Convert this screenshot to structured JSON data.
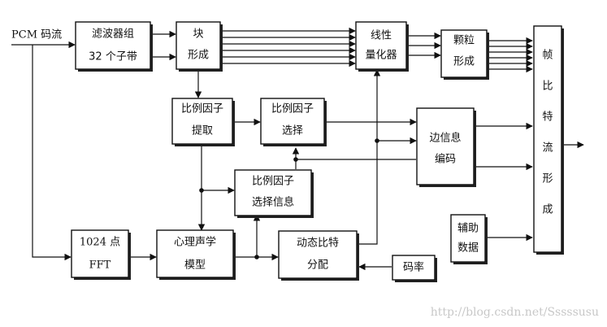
{
  "input_label": "PCM 码流",
  "blocks": {
    "filterbank": {
      "line1": "滤波器组",
      "line2": "32 个子带"
    },
    "framing": {
      "line1": "块",
      "line2": "形成"
    },
    "linear_quantizer": {
      "line1": "线性",
      "line2": "量化器"
    },
    "granule": {
      "line1": "颗粒",
      "line2": "形成"
    },
    "scale_extract": {
      "line1": "比例因子",
      "line2": "提取"
    },
    "scale_select": {
      "line1": "比例因子",
      "line2": "选择"
    },
    "side_info": {
      "line1": "边信息",
      "line2": "编码"
    },
    "scale_select_info": {
      "line1": "比例因子",
      "line2": "选择信息"
    },
    "fft": {
      "line1": "1024 点",
      "line2": "FFT"
    },
    "psychoacoustic": {
      "line1": "心理声学",
      "line2": "模型"
    },
    "bit_alloc": {
      "line1": "动态比特",
      "line2": "分配"
    },
    "bitrate": {
      "line1": "码率"
    },
    "aux_data": {
      "line1": "辅助",
      "line2": "数据"
    },
    "frame_bitstream": {
      "chars": [
        "帧",
        "比",
        "特",
        "流",
        "形",
        "成"
      ]
    }
  },
  "watermark": "http://blog.csdn.net/Sssssusu"
}
